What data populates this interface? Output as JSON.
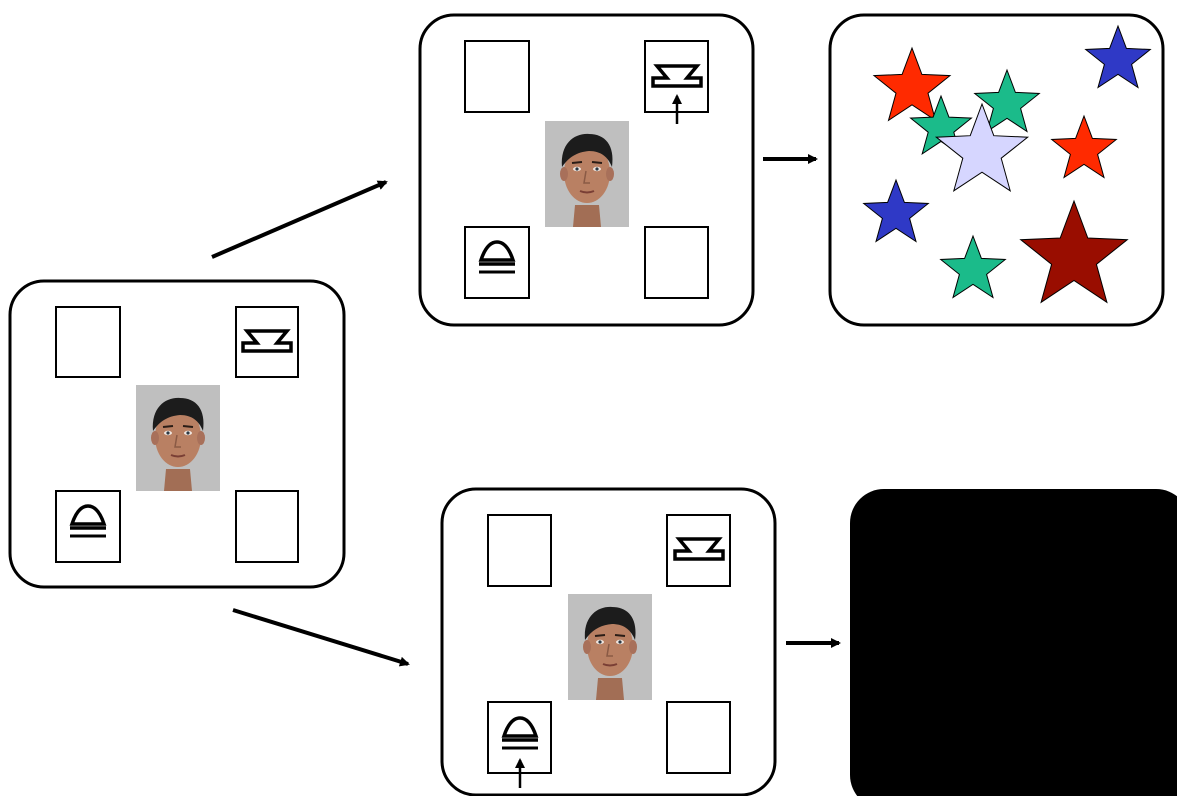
{
  "diagram": {
    "panels": [
      {
        "id": "initial-screen",
        "type": "choice",
        "highlight": "none"
      },
      {
        "id": "choice-upper-right",
        "type": "choice",
        "highlight": "upper-right"
      },
      {
        "id": "choice-lower-left",
        "type": "choice",
        "highlight": "lower-left"
      },
      {
        "id": "reward-stars",
        "type": "reward"
      },
      {
        "id": "no-reward-black",
        "type": "blank"
      }
    ],
    "stimuli": {
      "upper-right": "stimulus-symbol-a",
      "lower-left": "stimulus-symbol-b"
    },
    "colors": {
      "frame": "#000000",
      "face_bg": "#bfbfbf",
      "skin": "#b98063",
      "hair": "#1c1c1c",
      "black_panel": "#000000"
    },
    "stars": [
      {
        "color": "#ff2a00"
      },
      {
        "color": "#2f39c6"
      },
      {
        "color": "#1bbb8a"
      },
      {
        "color": "#1bbb8a"
      },
      {
        "color": "#d6d6ff"
      },
      {
        "color": "#ff2a00"
      },
      {
        "color": "#2f39c6"
      },
      {
        "color": "#1bbb8a"
      },
      {
        "color": "#990d00"
      }
    ]
  }
}
